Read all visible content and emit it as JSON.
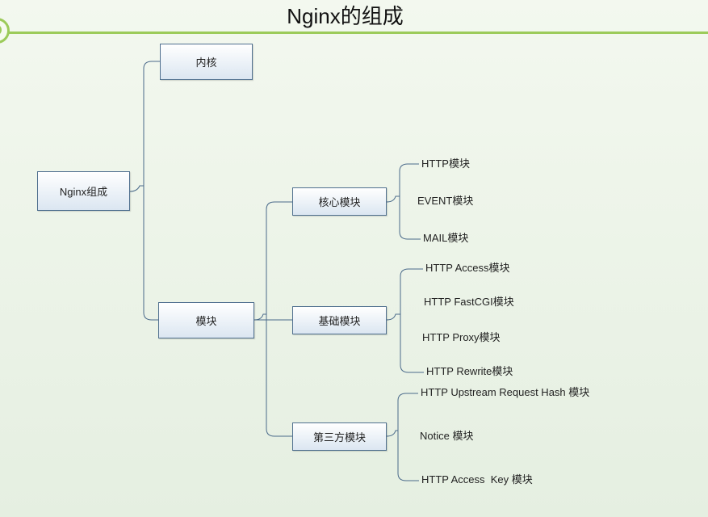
{
  "title": "Nginx的组成",
  "nodes": {
    "root": "Nginx组成",
    "kernel": "内核",
    "modules": "模块",
    "core_modules": "核心模块",
    "basic_modules": "基础模块",
    "third_party_modules": "第三方模块"
  },
  "leaves": {
    "core": [
      "HTTP模块",
      "EVENT模块",
      "MAIL模块"
    ],
    "basic": [
      "HTTP Access模块",
      "HTTP FastCGI模块",
      "HTTP Proxy模块",
      "HTTP Rewrite模块"
    ],
    "third_party": [
      "HTTP Upstream Request Hash 模块",
      "Notice 模块",
      "HTTP Access  Key 模块"
    ]
  },
  "colors": {
    "title_line": "#9ccb5a",
    "node_border": "#50708f",
    "connector": "#4a6a8a"
  }
}
